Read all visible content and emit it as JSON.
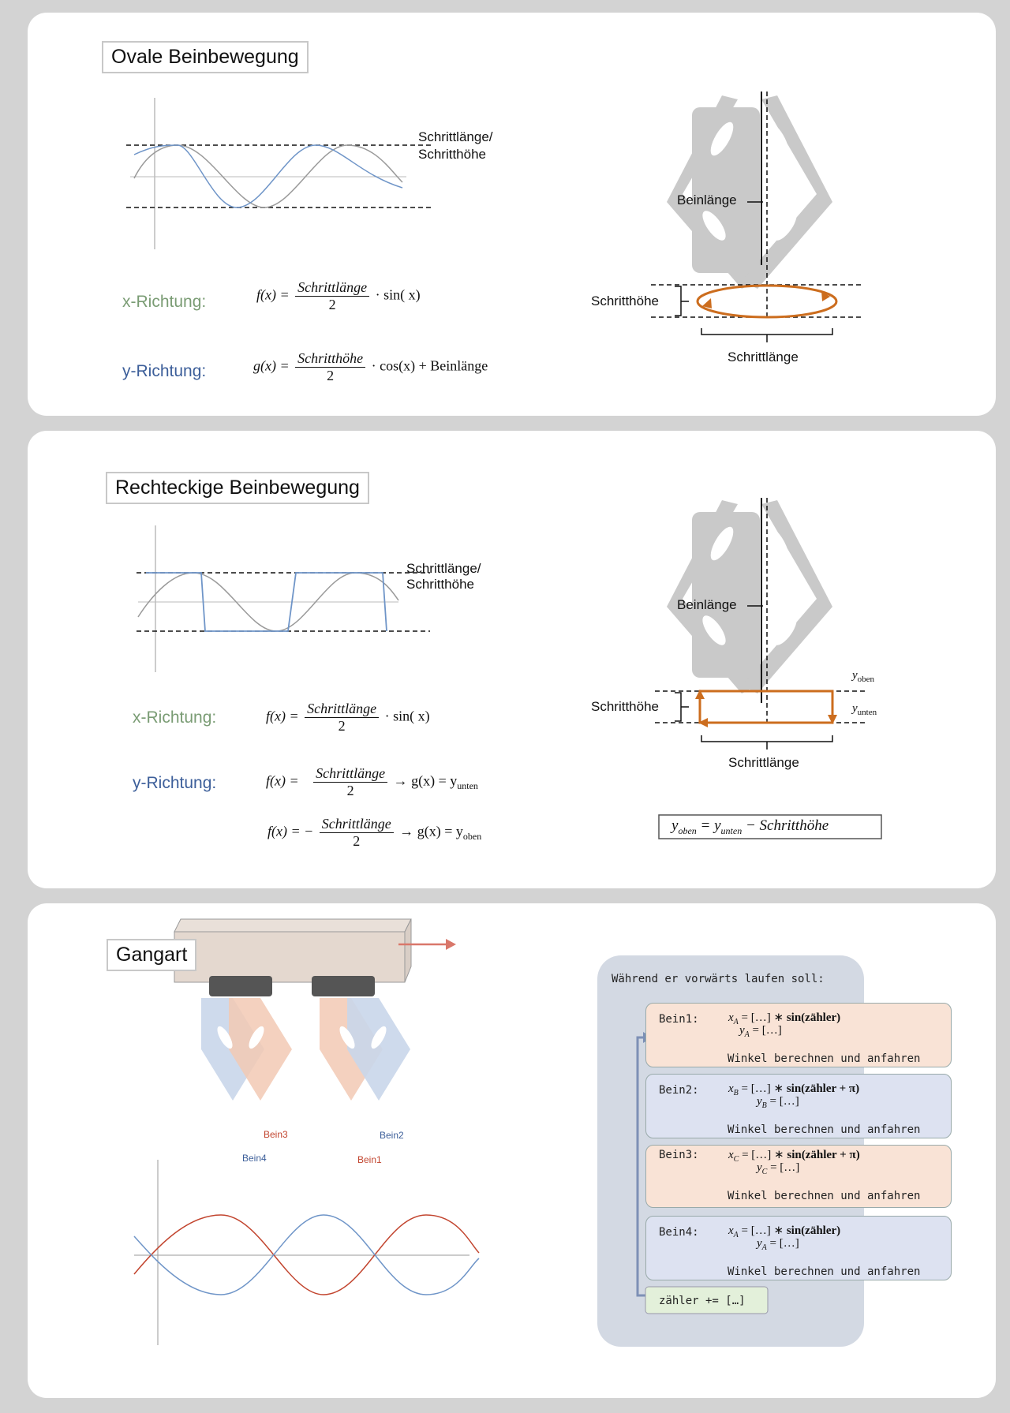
{
  "colors": {
    "green": "#7a9c74",
    "blue": "#3d5f9a",
    "orange": "#cc6d1e",
    "grey_curve": "#9a9a9a",
    "blue_curve": "#6f95c8",
    "red_curve": "#c2452f",
    "card_orange": "#f9e3d6",
    "card_blue": "#dde2f1",
    "card_green": "#e3f0da",
    "loop_bg": "#d3d9e3"
  },
  "oval": {
    "title": "Ovale Beinbewegung",
    "label_schritt_1": "Schrittlänge/",
    "label_schritt_2": "Schritthöhe",
    "x_dir": "x-Richtung:",
    "y_dir": "y-Richtung:",
    "fx_lhs": "f(x) =",
    "fx_num": "Schrittlänge",
    "fx_den": "2",
    "fx_rhs": "· sin( x)",
    "gx_lhs": "g(x) =",
    "gx_num": "Schritthöhe",
    "gx_den": "2",
    "gx_rhs": "· cos(x) + Beinlänge",
    "beinlaenge": "Beinlänge",
    "schritthoehe": "Schritthöhe",
    "schrittlaenge": "Schrittlänge"
  },
  "rect": {
    "title": "Rechteckige Beinbewegung",
    "label_schritt_1": "Schrittlänge/",
    "label_schritt_2": "Schritthöhe",
    "x_dir": "x-Richtung:",
    "y_dir": "y-Richtung:",
    "fx_lhs": "f(x) =",
    "fx_num": "Schrittlänge",
    "fx_den": "2",
    "fx_rhs": "· sin( x)",
    "f2_lhs": "f(x) =",
    "f2_num": "Schrittlänge",
    "f2_den": "2",
    "f2_rhs": "→ g(x) = y",
    "f2_sub": "unten",
    "f3_lhs": "f(x) = −",
    "f3_num": "Schrittlänge",
    "f3_den": "2",
    "f3_rhs": "→ g(x) = y",
    "f3_sub": "oben",
    "beinlaenge": "Beinlänge",
    "schritthoehe": "Schritthöhe",
    "schrittlaenge": "Schrittlänge",
    "y_oben_y": "y",
    "y_oben_sub": "oben",
    "y_unten_y": "y",
    "y_unten_sub": "unten",
    "box_eq_a": "y",
    "box_eq_a_sub": "oben",
    "box_eq_b": " = y",
    "box_eq_b_sub": "unten",
    "box_eq_c": " − Schritthöhe"
  },
  "gait": {
    "title": "Gangart",
    "bein1": "Bein1",
    "bein2": "Bein2",
    "bein3": "Bein3",
    "bein4": "Bein4",
    "loop_header": "Während er vorwärts laufen soll:",
    "cards": [
      {
        "name": "Bein1:",
        "eq1_a": "x",
        "eq1_sub": "A",
        "eq1_b": " = […] ∗ ",
        "eq1_c": "sin(zähler)",
        "eq2_a": "y",
        "eq2_sub": "A",
        "eq2_b": " = […]",
        "action": "Winkel berechnen und anfahren"
      },
      {
        "name": "Bein2:",
        "eq1_a": "x",
        "eq1_sub": "B",
        "eq1_b": " = […] ∗ ",
        "eq1_c": "sin(zähler + π)",
        "eq2_a": "y",
        "eq2_sub": "B",
        "eq2_b": " = […]",
        "action": "Winkel berechnen und anfahren"
      },
      {
        "name": "Bein3:",
        "eq1_a": "x",
        "eq1_sub": "C",
        "eq1_b": " = […] ∗ ",
        "eq1_c": "sin(zähler + π)",
        "eq2_a": "y",
        "eq2_sub": "C",
        "eq2_b": " = […]",
        "action": "Winkel berechnen und anfahren"
      },
      {
        "name": "Bein4:",
        "eq1_a": "x",
        "eq1_sub": "A",
        "eq1_b": " = […] ∗ ",
        "eq1_c": "sin(zähler)",
        "eq2_a": "y",
        "eq2_sub": "A",
        "eq2_b": " = […]",
        "action": "Winkel berechnen und anfahren"
      }
    ],
    "counter": "zähler += […]"
  }
}
